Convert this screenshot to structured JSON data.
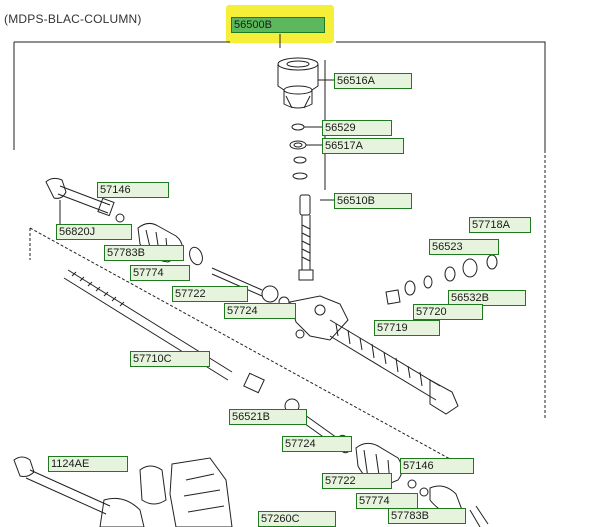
{
  "title": "(MDPS-BLAC-COLUMN)",
  "highlight_color": "#f6ef3a",
  "label_border_color": "#1f7a1f",
  "parts": [
    "56500B",
    "56516A",
    "56529",
    "56517A",
    "56510B",
    "57146",
    "56820J",
    "57783B",
    "57774",
    "57722",
    "57724",
    "57710C",
    "56521B",
    "57718A",
    "56523",
    "56532B",
    "57720",
    "57719",
    "57724",
    "57722",
    "57146",
    "57774",
    "57783B",
    "1124AE",
    "57260C"
  ]
}
